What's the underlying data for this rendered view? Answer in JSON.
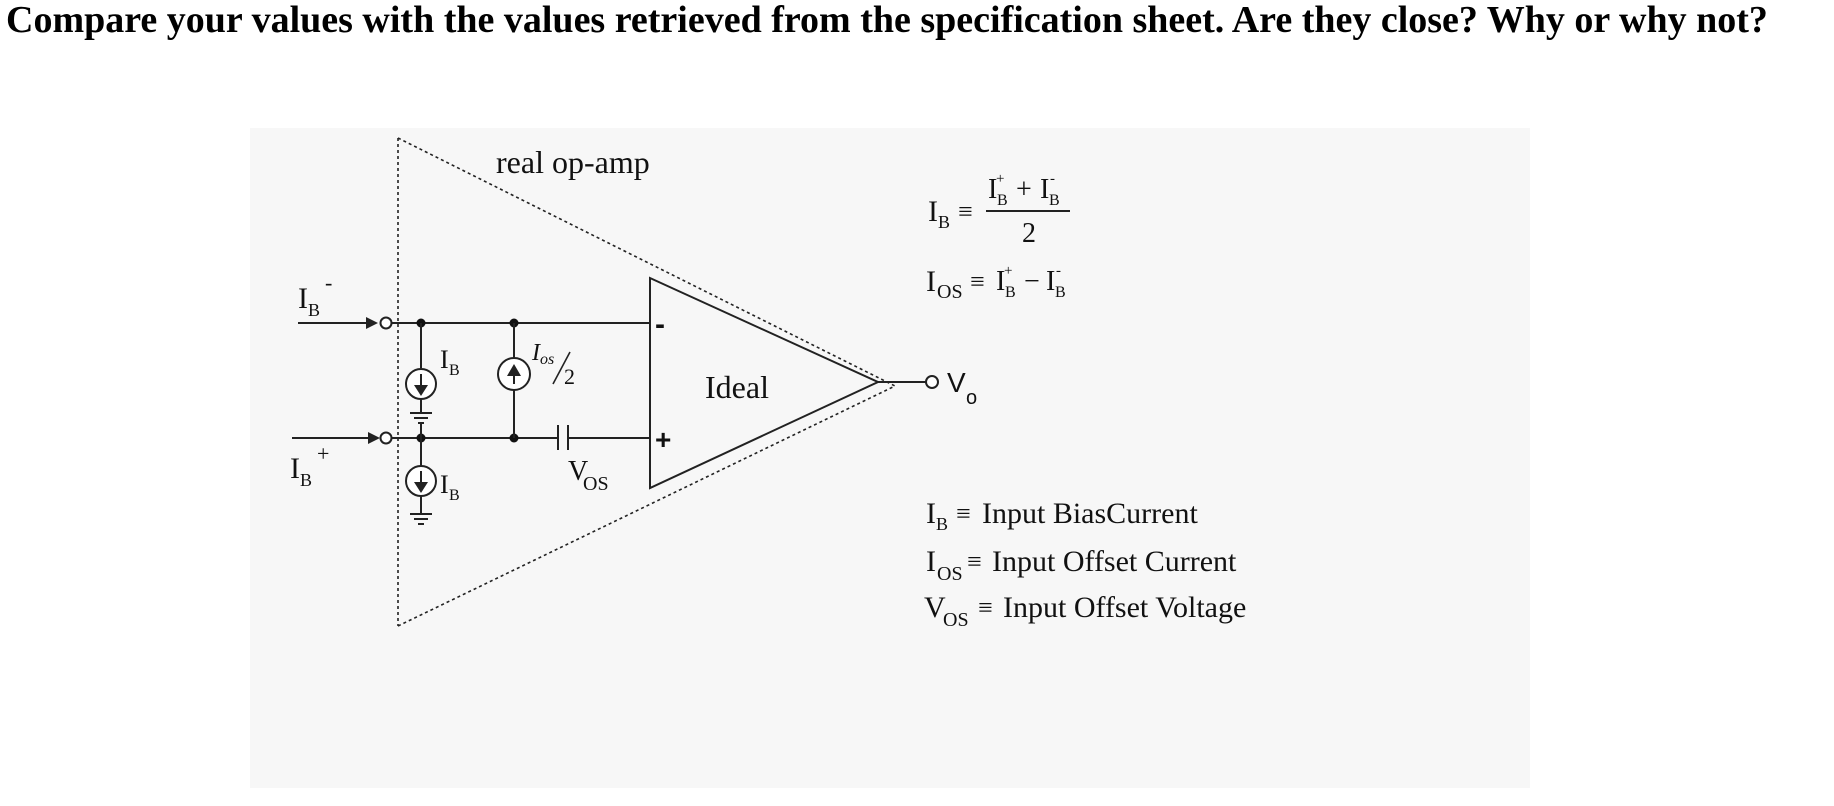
{
  "question": {
    "text": "Compare your values with the values retrieved from the specification sheet. Are they close? Why or why not?"
  },
  "diagram": {
    "real_label": "real op-amp",
    "ideal_label": "Ideal",
    "minus_sign": "-",
    "plus_sign": "+",
    "ib_sym": "I",
    "ib_sub": "B",
    "minus_sup": "-",
    "plus_sup": "+",
    "ios_sym": "I",
    "ios_sub": "os",
    "ios_div": "2",
    "vos_sym": "V",
    "vos_sub": "OS",
    "vo_sym": "V",
    "vo_sub": "o",
    "eq_ib_lhs_sym": "I",
    "eq_ib_lhs_sub": "B",
    "equiv": "≡",
    "eq_ib_num": "I",
    "eq_ib_num_sub": "B",
    "eq_ib_plus": "+",
    "eq_ib_den": "2",
    "eq_ios_lhs_sym": "I",
    "eq_ios_lhs_sub": "OS",
    "eq_minus": "−",
    "legend_ib": "Input BiasCurrent",
    "legend_ios": "Input Offset Current",
    "legend_vos": "Input Offset Voltage"
  }
}
